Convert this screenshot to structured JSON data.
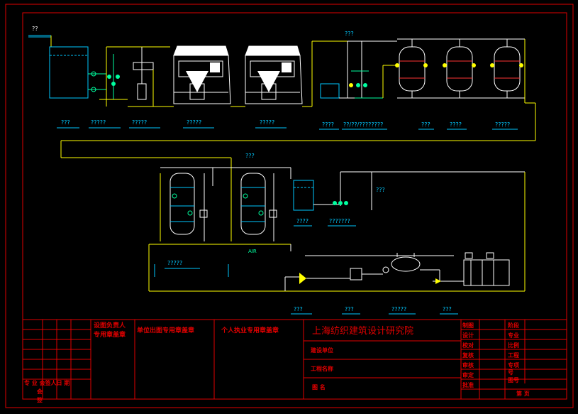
{
  "labels": {
    "inlet_arrow": "??",
    "top_left_1": "???",
    "top_left_2": "?????",
    "top_left_3": "?????",
    "top_mid_1": "?????",
    "top_mid_2": "?????",
    "top_right_0": "???",
    "top_right_1": "????",
    "top_right_2": "??/??/????????",
    "top_right_3": "???",
    "top_right_4": "????",
    "top_right_5": "?????",
    "mid_top_center": "???",
    "mid_right_label": "???",
    "mid_left_filters": "?????",
    "mid_small_1": "????",
    "mid_small_2": "???????",
    "air_label": "AIR",
    "bottom_1": "???",
    "bottom_2": "???",
    "bottom_3": "?????",
    "bottom_4": "???"
  },
  "title_block": {
    "col_a_line1": "设图负责人",
    "col_a_line2": "专用章盖章",
    "col_b": "单位出图专用章盖章",
    "col_c": "个人执业专用章盖章",
    "institute": "上海纺织建筑设计研究院",
    "row_construction_unit": "建设单位",
    "row_project_name": "工程名称",
    "row_drawing": "图    名",
    "sign_left": "专  业 会签人日  期",
    "sign_left_2": "会",
    "sign_left_3": "签",
    "right_col1": [
      "制图",
      "设计",
      "校对",
      "复核",
      "审核",
      "审定",
      "批准"
    ],
    "right_col2": [
      "阶段",
      "专业",
      "比例",
      "工程",
      "专项",
      "号",
      "图号"
    ],
    "page_label": "第    页"
  }
}
